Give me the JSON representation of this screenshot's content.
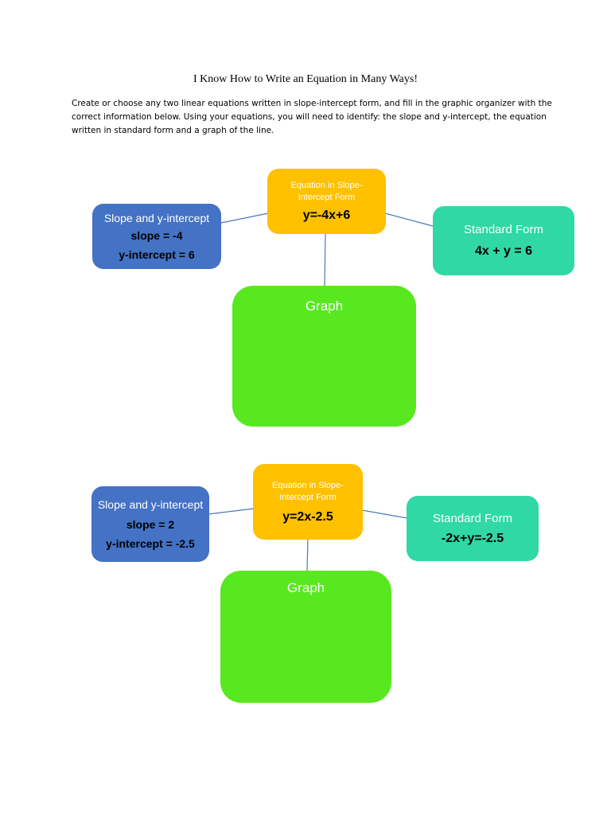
{
  "title": "I Know How to Write an Equation in Many Ways!",
  "instructions": [
    "Create or choose any two linear equations written in slope-intercept form, and fill in the graphic organizer with the",
    "correct information below. Using your equations, you will need to identify: the slope and y-intercept, the equation",
    "written in standard form and a graph of the line."
  ],
  "organizers": [
    {
      "slope_box": {
        "heading": "Slope and y-intercept",
        "slope": "slope = -4",
        "intercept": "y-intercept = 6"
      },
      "slope_intercept_box": {
        "heading_line1": "Equation in Slope-",
        "heading_line2": "Intercept Form",
        "equation": "y=-4x+6"
      },
      "standard_box": {
        "heading": "Standard Form",
        "equation": "4x + y = 6"
      },
      "graph_box": {
        "heading": "Graph"
      }
    },
    {
      "slope_box": {
        "heading": "Slope and y-intercept",
        "slope": "slope = 2",
        "intercept": "y-intercept = -2.5"
      },
      "slope_intercept_box": {
        "heading_line1": "Equation in Slope-",
        "heading_line2": "Intercept Form",
        "equation": "y=2x-2.5"
      },
      "standard_box": {
        "heading": "Standard Form",
        "equation": "-2x+y=-2.5"
      },
      "graph_box": {
        "heading": "Graph"
      }
    }
  ],
  "colors": {
    "slope_box": "#4472c4",
    "slope_intercept_box": "#ffc000",
    "standard_box": "#2fd8a4",
    "graph_box": "#58e820",
    "connector": "#4a7ab8"
  }
}
